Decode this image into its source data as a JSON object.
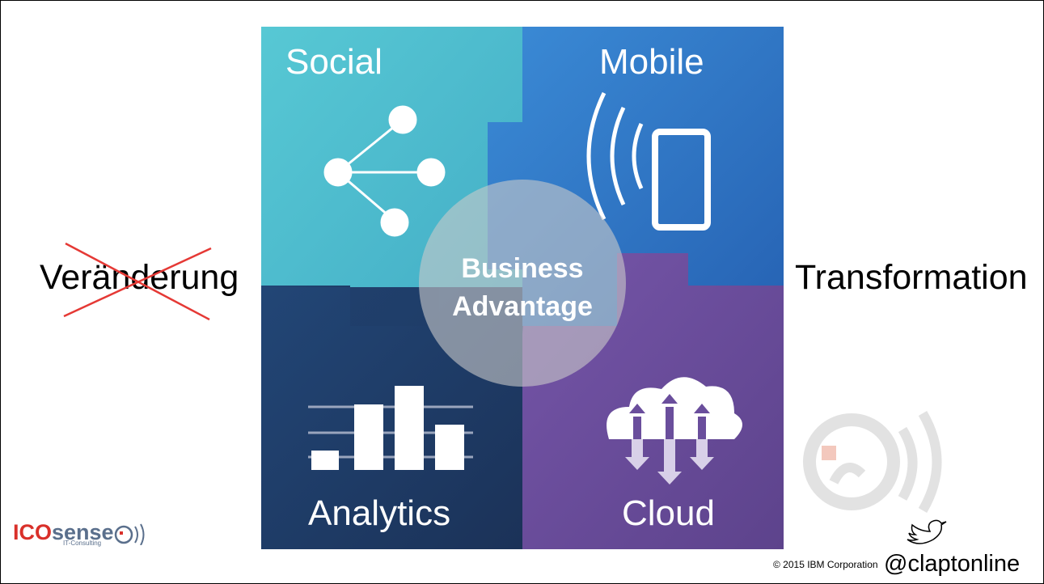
{
  "left_word": "Veränderung",
  "right_word": "Transformation",
  "puzzle": {
    "social": "Social",
    "mobile": "Mobile",
    "analytics": "Analytics",
    "cloud": "Cloud",
    "center_line1": "Business",
    "center_line2": "Advantage"
  },
  "logo": {
    "ico": "ICO",
    "sense": "sense",
    "sub": "IT-Consulting"
  },
  "copyright": "© 2015 IBM Corporation",
  "handle": "@claptonline",
  "colors": {
    "social": "#4bbccd",
    "mobile": "#2d74c2",
    "analytics": "#1f3a66",
    "cloud": "#6a4e9c",
    "cross": "#e53935",
    "brand_red": "#d9302a"
  }
}
